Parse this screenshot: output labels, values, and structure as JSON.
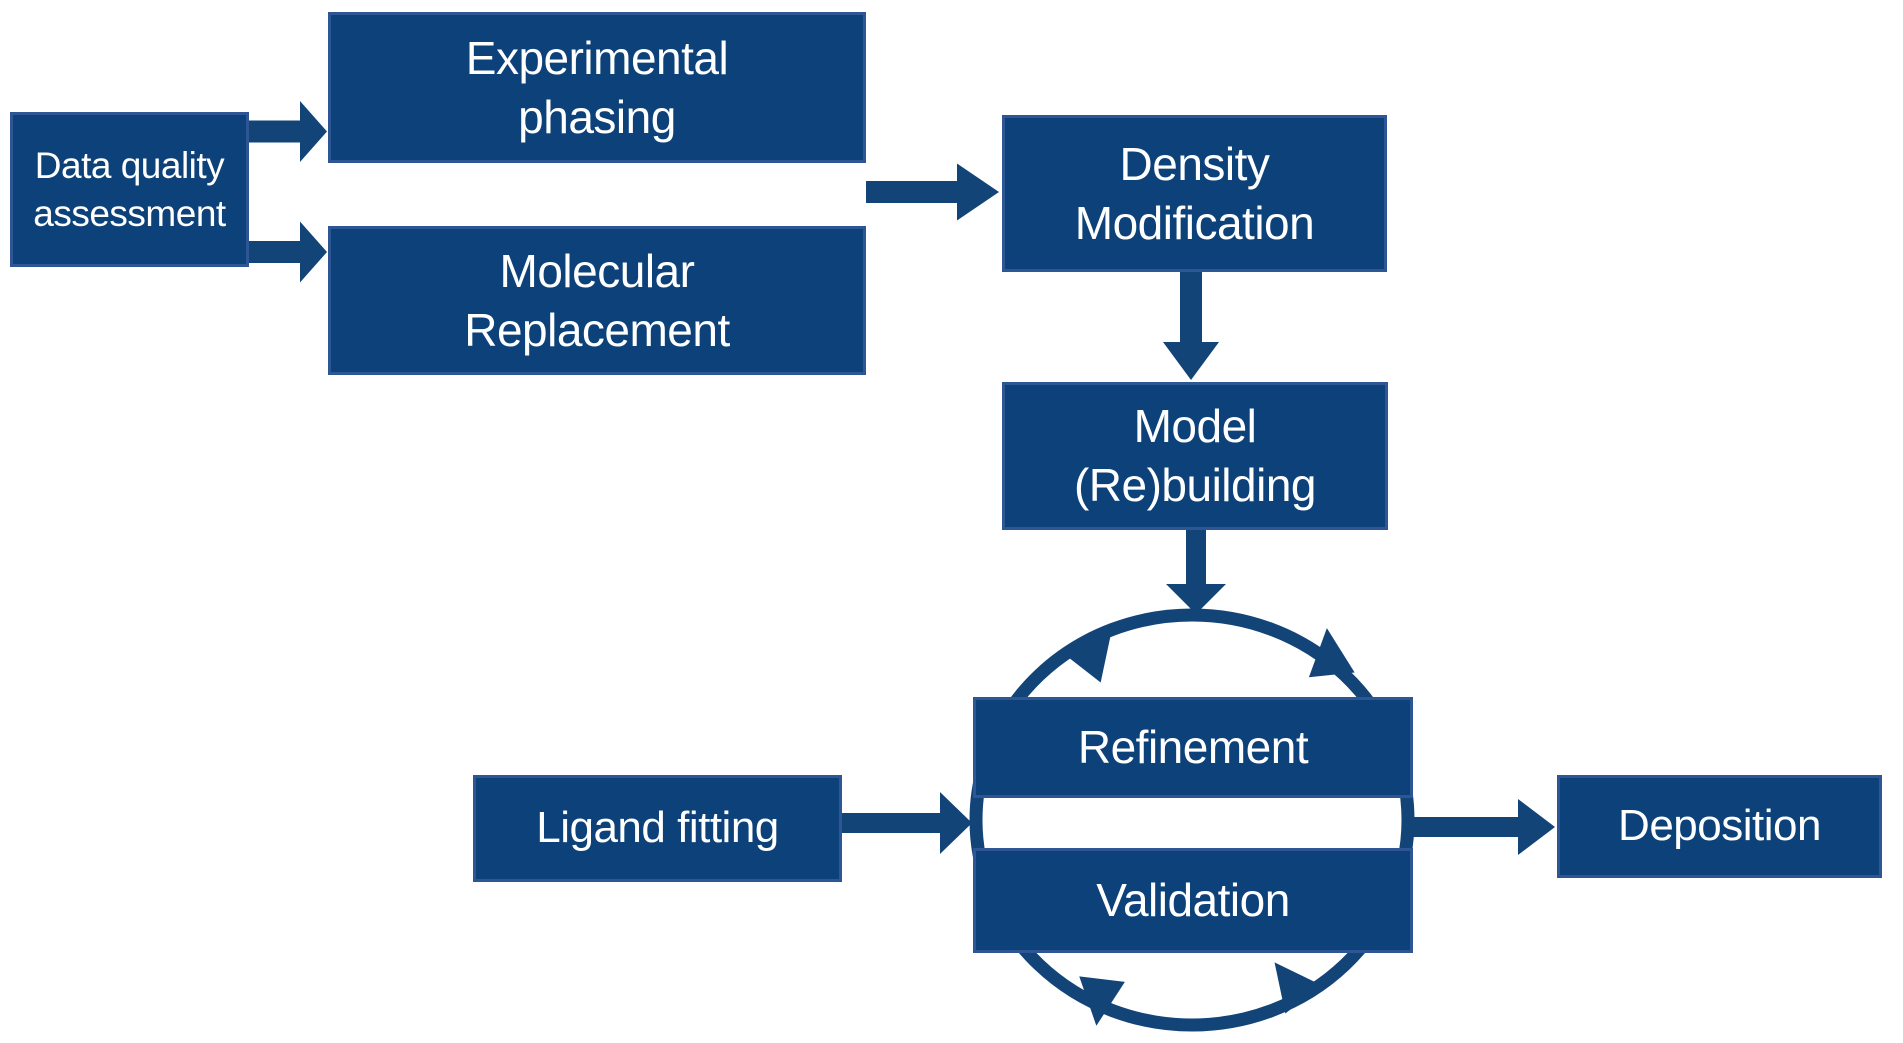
{
  "diagram": {
    "type": "flowchart",
    "subject": "Crystallographic structure solution workflow"
  },
  "colors": {
    "background": "#ffffff",
    "box_fill": "#0d4179",
    "box_border": "#2f5694",
    "box_text": "#ffffff",
    "arrow": "#134478"
  },
  "nodes": [
    {
      "id": "data-quality-assessment",
      "lines": [
        "Data quality",
        "assessment"
      ]
    },
    {
      "id": "experimental-phasing",
      "lines": [
        "Experimental",
        "phasing"
      ]
    },
    {
      "id": "molecular-replacement",
      "lines": [
        "Molecular",
        "Replacement"
      ]
    },
    {
      "id": "density-modification",
      "lines": [
        "Density",
        "Modification"
      ]
    },
    {
      "id": "model-rebuilding",
      "lines": [
        "Model",
        "(Re)building"
      ]
    },
    {
      "id": "refinement",
      "lines": [
        "Refinement"
      ]
    },
    {
      "id": "validation",
      "lines": [
        "Validation"
      ]
    },
    {
      "id": "ligand-fitting",
      "lines": [
        "Ligand fitting"
      ]
    },
    {
      "id": "deposition",
      "lines": [
        "Deposition"
      ]
    }
  ],
  "connections": [
    {
      "from": "data-quality-assessment",
      "to": "experimental-phasing"
    },
    {
      "from": "data-quality-assessment",
      "to": "molecular-replacement"
    },
    {
      "from": "experimental-phasing / molecular-replacement",
      "to": "density-modification"
    },
    {
      "from": "density-modification",
      "to": "model-rebuilding"
    },
    {
      "from": "model-rebuilding",
      "to": "refinement-validation-cycle"
    },
    {
      "from": "ligand-fitting",
      "to": "refinement-validation-cycle"
    },
    {
      "from": "refinement-validation-cycle",
      "to": "deposition"
    },
    {
      "cycle": [
        "refinement",
        "validation"
      ]
    }
  ]
}
